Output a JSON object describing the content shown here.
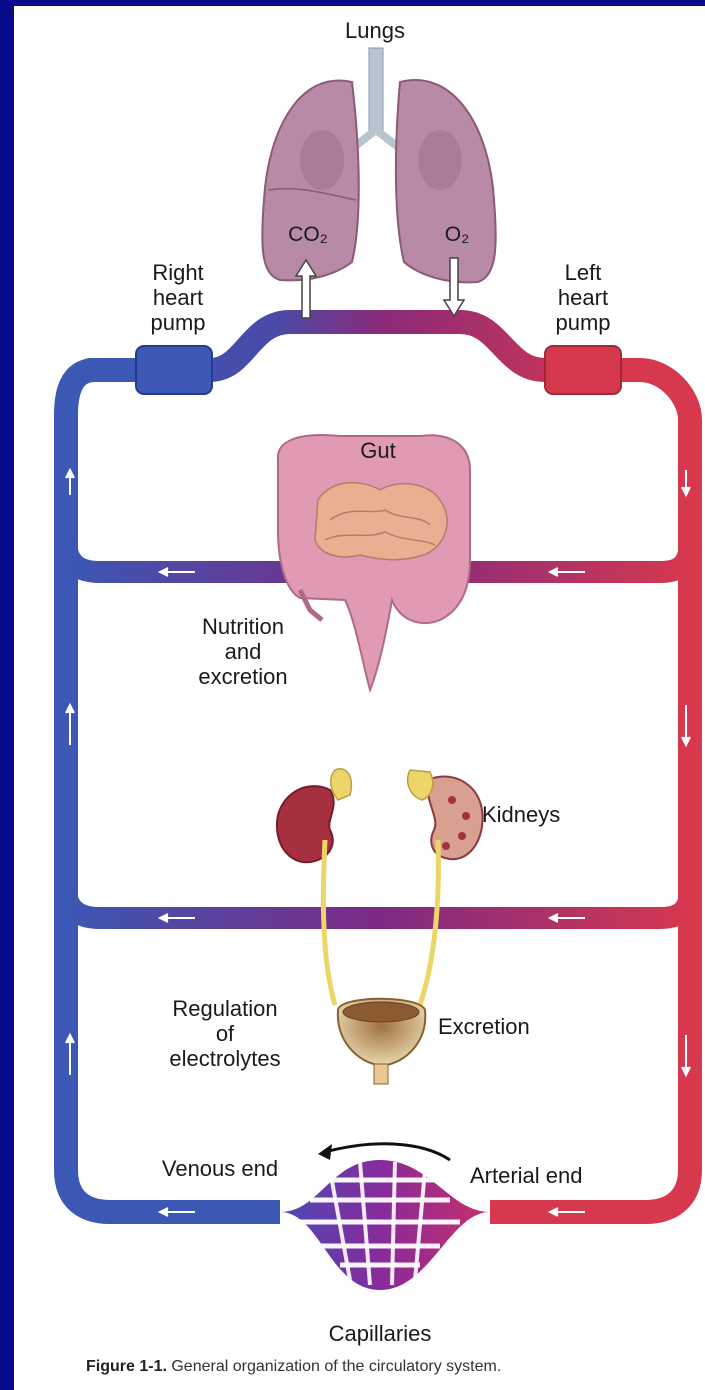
{
  "labels": {
    "lungs": "Lungs",
    "co2": "CO₂",
    "o2": "O₂",
    "right_pump": [
      "Right",
      "heart",
      "pump"
    ],
    "left_pump": [
      "Left",
      "heart",
      "pump"
    ],
    "gut": "Gut",
    "nutrition": [
      "Nutrition",
      "and",
      "excretion"
    ],
    "kidneys": "Kidneys",
    "regulation": [
      "Regulation",
      "of",
      "electrolytes"
    ],
    "excretion": "Excretion",
    "venous_end": "Venous end",
    "arterial_end": "Arterial end",
    "capillaries": "Capillaries"
  },
  "caption": {
    "number": "Figure 1-1.",
    "text": "General organization of the circulatory system."
  },
  "colors": {
    "background": "#0a0a8c",
    "venous": "#3a58b4",
    "arterial": "#d6384e",
    "mixed": "#7c2a84",
    "lung": "#b68aa8",
    "gut": "#d88aa6",
    "kidney": "#a63040",
    "ureter": "#ecd66a"
  }
}
